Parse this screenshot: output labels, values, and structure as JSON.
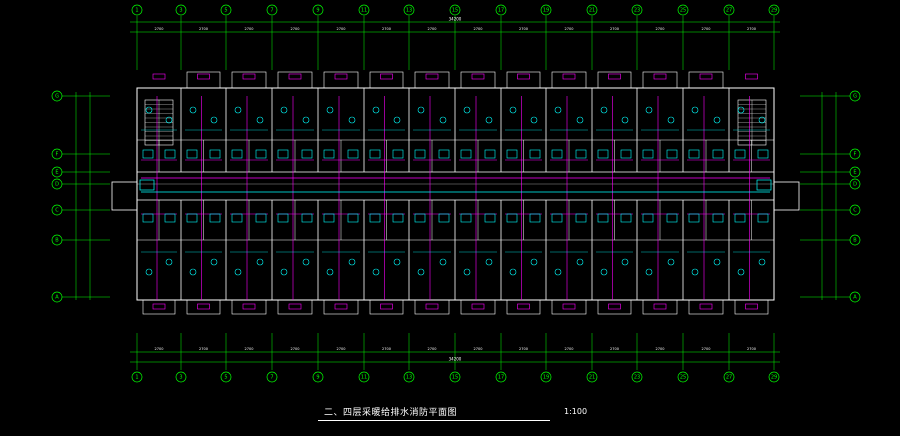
{
  "drawing": {
    "title": "二、四层采暖给排水消防平面图",
    "scale": "1:100",
    "total_dimension": "34200"
  },
  "axes": {
    "columns": [
      "1",
      "3",
      "5",
      "7",
      "9",
      "11",
      "13",
      "15",
      "17",
      "19",
      "21",
      "23",
      "25",
      "27",
      "29"
    ],
    "rows_left": [
      "G",
      "F",
      "E",
      "D",
      "C",
      "B",
      "A"
    ],
    "rows_right": [
      "G",
      "F",
      "E",
      "D",
      "C",
      "B",
      "A"
    ]
  },
  "bay_dims": [
    "2700",
    "2700",
    "2700",
    "2700",
    "2700",
    "2700",
    "2700",
    "2700",
    "2700",
    "2700",
    "2700",
    "2700",
    "2700",
    "2700"
  ],
  "colors": {
    "background": "#000000",
    "axis": "#00ff00",
    "wall": "#ffffff",
    "pipe": "#ff00ff",
    "fixture": "#00ffff",
    "text": "#ffffff"
  }
}
